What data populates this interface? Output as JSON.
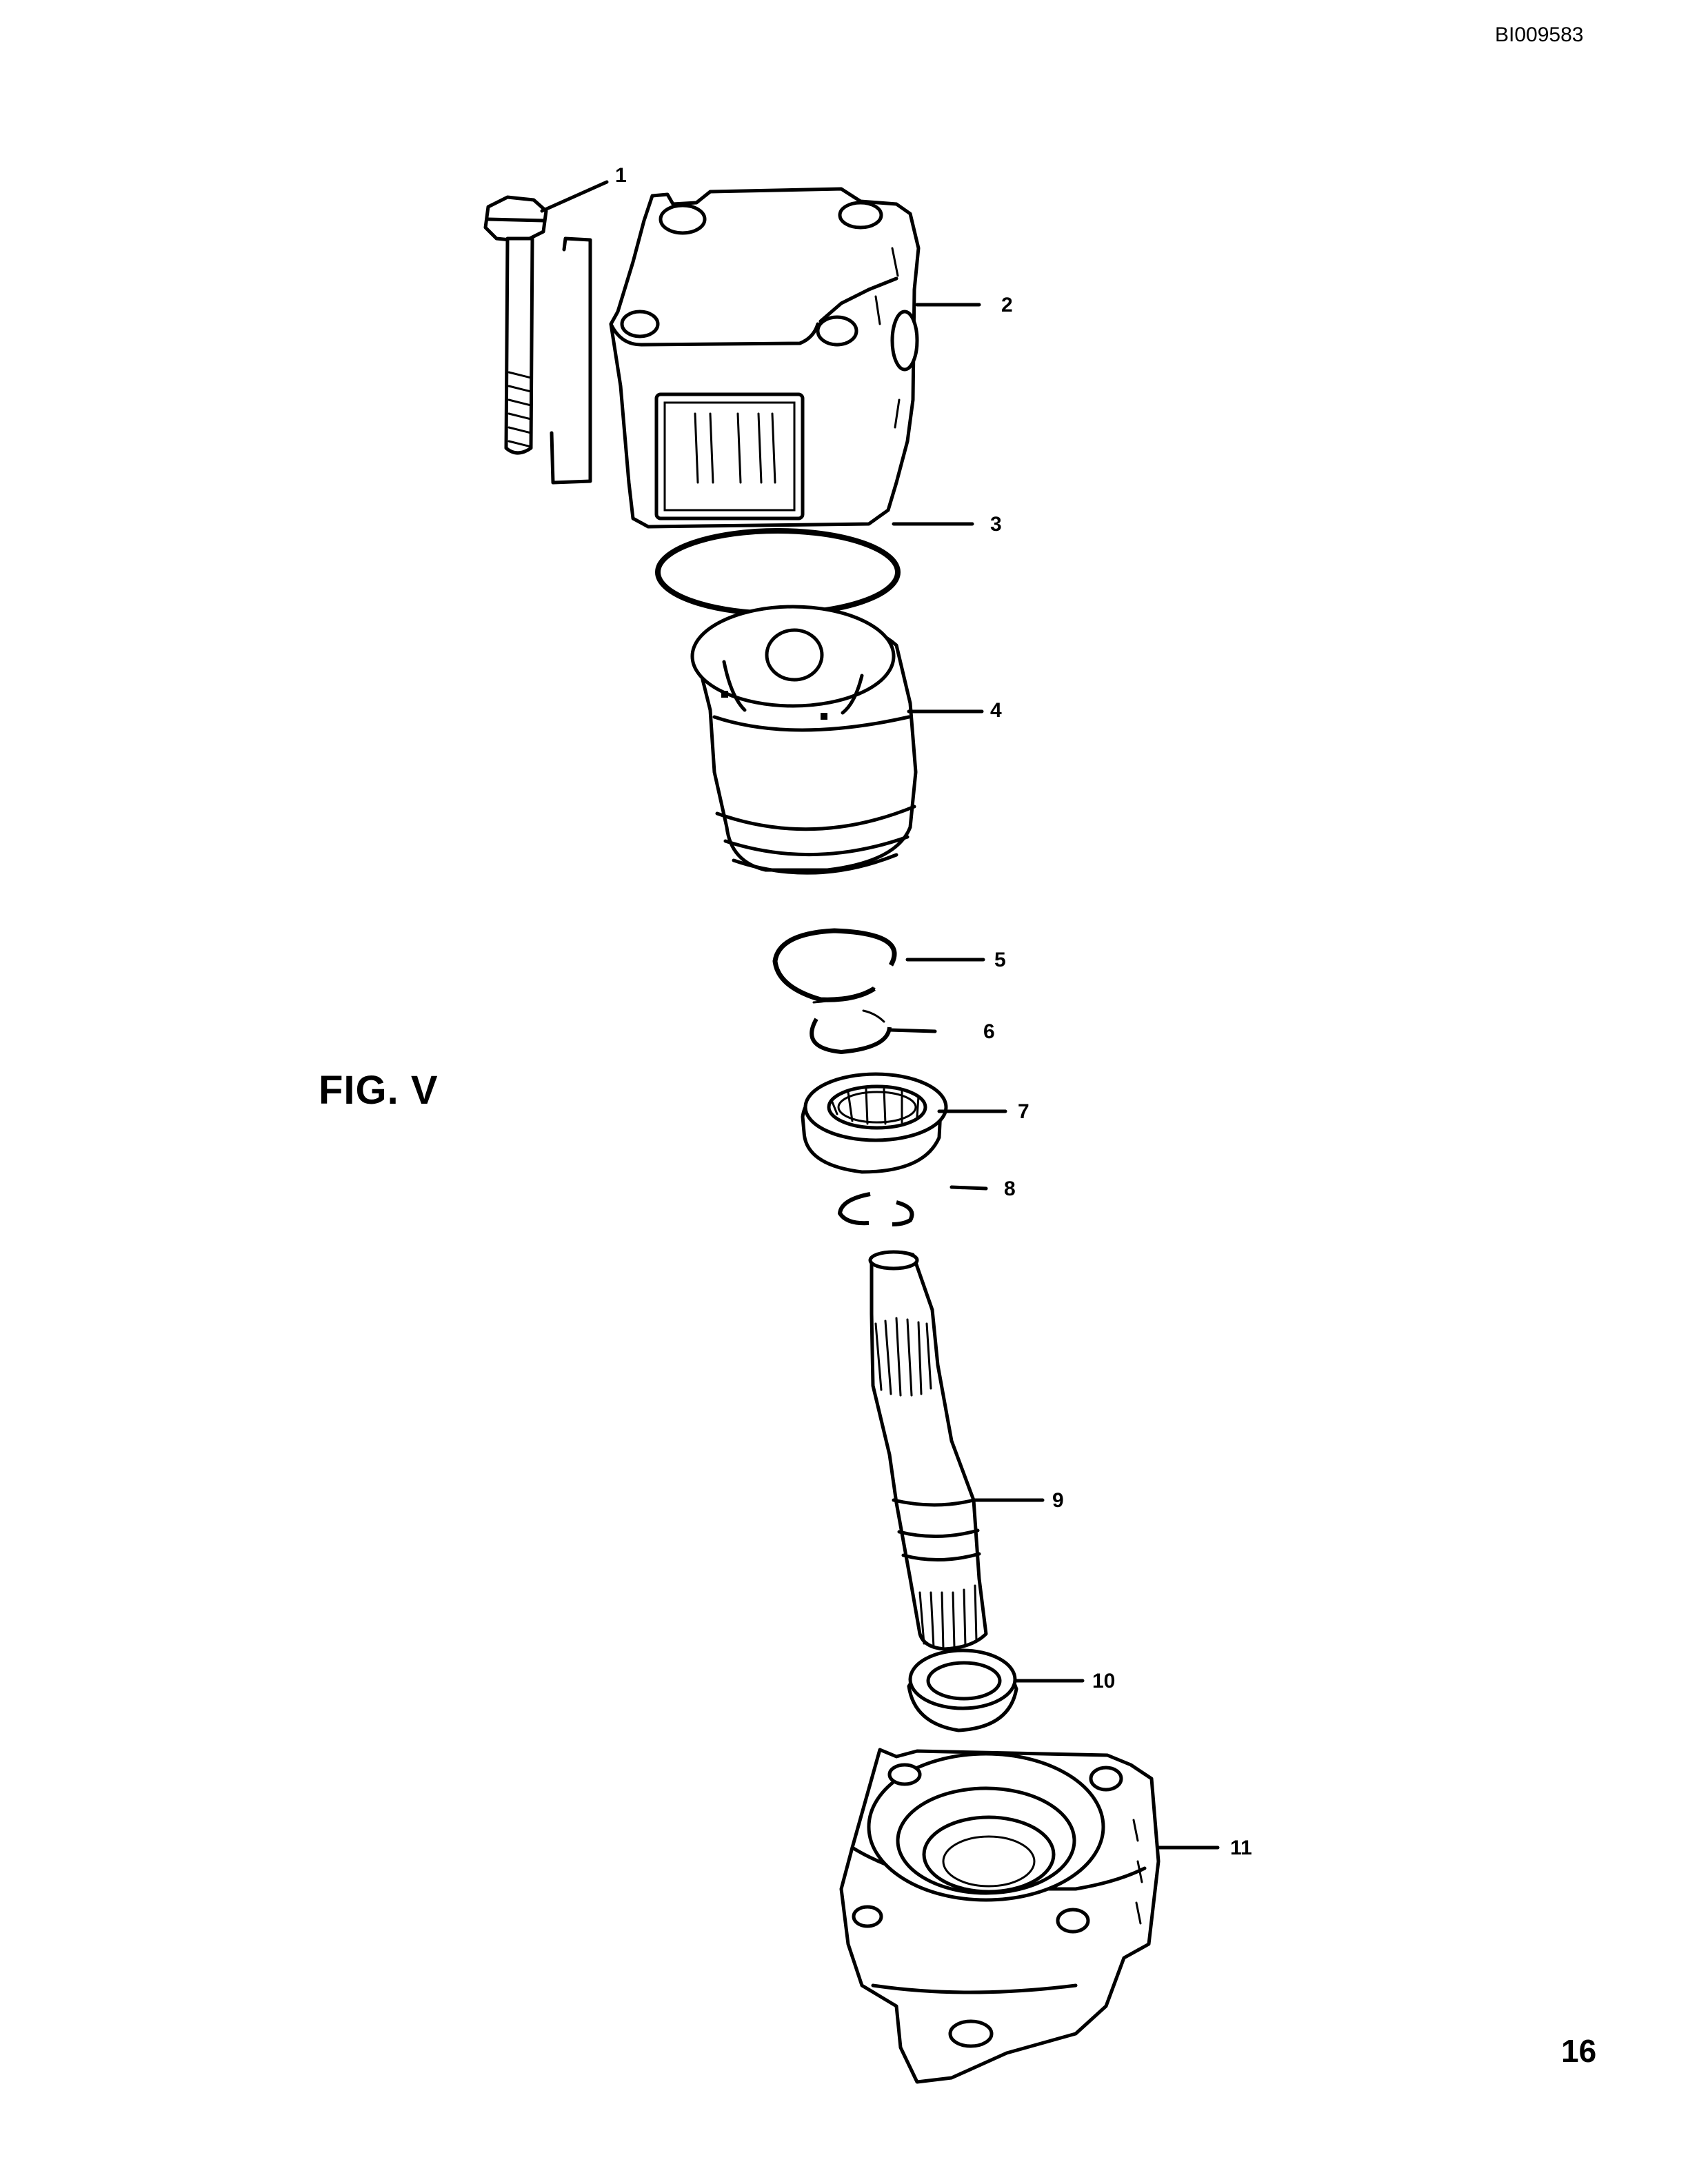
{
  "document_id": "BI009583",
  "figure_title": "FIG. V",
  "page_number": "16",
  "callouts": [
    "1",
    "2",
    "3",
    "4",
    "5",
    "6",
    "7",
    "8",
    "9",
    "10",
    "11"
  ],
  "parts": [
    {
      "callout": "1",
      "icon": "bolt-icon"
    },
    {
      "callout": "2",
      "icon": "valve-housing-icon"
    },
    {
      "callout": "3",
      "icon": "o-ring-icon"
    },
    {
      "callout": "4",
      "icon": "rotor-group-icon"
    },
    {
      "callout": "5",
      "icon": "snap-ring-icon"
    },
    {
      "callout": "6",
      "icon": "retaining-ring-icon"
    },
    {
      "callout": "7",
      "icon": "bearing-icon"
    },
    {
      "callout": "8",
      "icon": "retaining-ring-icon"
    },
    {
      "callout": "9",
      "icon": "splined-shaft-icon"
    },
    {
      "callout": "10",
      "icon": "shaft-seal-icon"
    },
    {
      "callout": "11",
      "icon": "end-cover-icon"
    }
  ]
}
